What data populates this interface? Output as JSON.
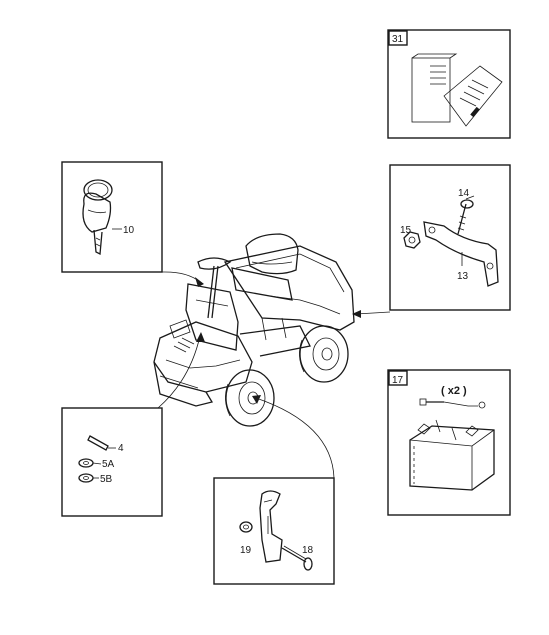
{
  "colors": {
    "line": "#1a1a1a",
    "background": "#ffffff"
  },
  "boxes": {
    "manual": {
      "number": "31"
    },
    "key": {
      "part_label": "10"
    },
    "bracket": {
      "part_labels": [
        "14",
        "15",
        "13"
      ]
    },
    "battery": {
      "number": "17",
      "quantity_text": "( x2 )"
    },
    "pins": {
      "part_labels": [
        "4",
        "5A",
        "5B"
      ]
    },
    "pedal": {
      "part_labels": [
        "19",
        "18"
      ]
    }
  },
  "icons": [
    "manual-booklet-icon",
    "ignition-key-icon",
    "mounting-bracket-icon",
    "battery-icon",
    "pin-icon",
    "washer-icon",
    "pedal-lever-icon",
    "riding-mower-icon"
  ]
}
